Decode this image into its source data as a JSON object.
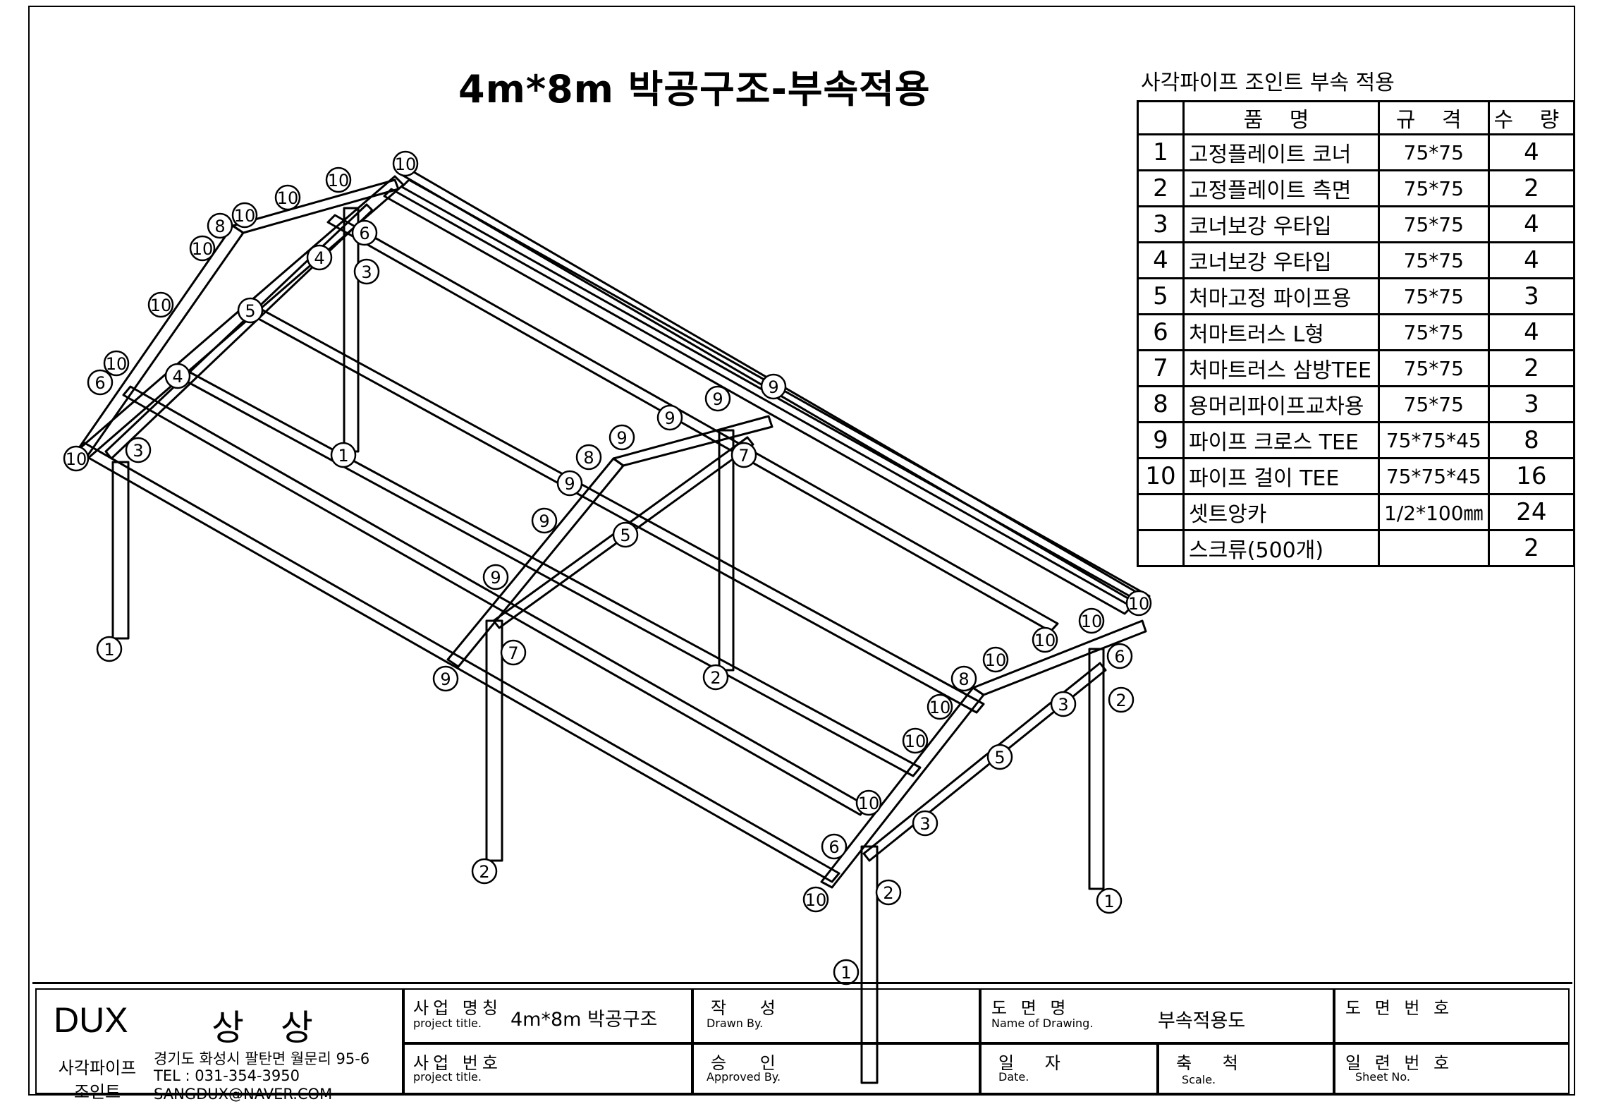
{
  "drawing_title": "4m*8m 박공구조-부속적용",
  "parts_table": {
    "title": "사각파이프 조인트 부속 적용",
    "headers": {
      "name": "품  명",
      "spec": "규  격",
      "qty": "수  량"
    },
    "rows": [
      {
        "no": "1",
        "name": "고정플레이트 코너",
        "spec": "75*75",
        "qty": "4"
      },
      {
        "no": "2",
        "name": "고정플레이트 측면",
        "spec": "75*75",
        "qty": "2"
      },
      {
        "no": "3",
        "name": "코너보강 우타입",
        "spec": "75*75",
        "qty": "4"
      },
      {
        "no": "4",
        "name": "코너보강 우타입",
        "spec": "75*75",
        "qty": "4"
      },
      {
        "no": "5",
        "name": "처마고정 파이프용",
        "spec": "75*75",
        "qty": "3"
      },
      {
        "no": "6",
        "name": "처마트러스 L형",
        "spec": "75*75",
        "qty": "4"
      },
      {
        "no": "7",
        "name": "처마트러스 삼방TEE",
        "spec": "75*75",
        "qty": "2"
      },
      {
        "no": "8",
        "name": "용머리파이프교차용",
        "spec": "75*75",
        "qty": "3"
      },
      {
        "no": "9",
        "name": "파이프 크로스 TEE",
        "spec": "75*75*45",
        "qty": "8"
      },
      {
        "no": "10",
        "name": "파이프 걸이 TEE",
        "spec": "75*75*45",
        "qty": "16"
      },
      {
        "no": "",
        "name": "셋트앙카",
        "spec": "1/2*100㎜",
        "qty": "24"
      },
      {
        "no": "",
        "name": "스크류(500개)",
        "spec": "",
        "qty": "2"
      }
    ]
  },
  "title_block": {
    "company_brand": "DUX",
    "company_name": "상 상",
    "company_type": "사각파이프\n조인트",
    "company_type_line1": "사각파이프",
    "company_type_line2": "조인트",
    "address": "경기도 화성시 팔탄면 월문리 95-6",
    "tel": "TEL : 031-354-3950",
    "email": "SANGDUX@NAVER.COM",
    "project_name_label": "사업 명칭",
    "project_name_sub": "project title.",
    "project_name_value": "4m*8m 박공구조",
    "project_no_label": "사업 번호",
    "project_no_sub": "project title.",
    "drawn_label": "작  성",
    "drawn_sub": "Drawn By.",
    "approved_label": "승  인",
    "approved_sub": "Approved By.",
    "drawing_name_label": "도 면 명",
    "drawing_name_sub": "Name of Drawing.",
    "drawing_name_value": "부속적용도",
    "date_label": "일  자",
    "date_sub": "Date.",
    "scale_label": "축  척",
    "scale_sub": "Scale.",
    "drawing_no_label": "도 면 번 호",
    "sheet_no_label": "일 련 번 호",
    "sheet_no_sub": "Sheet No."
  },
  "part_callouts": [
    "1",
    "2",
    "3",
    "4",
    "5",
    "6",
    "7",
    "8",
    "9",
    "10"
  ]
}
